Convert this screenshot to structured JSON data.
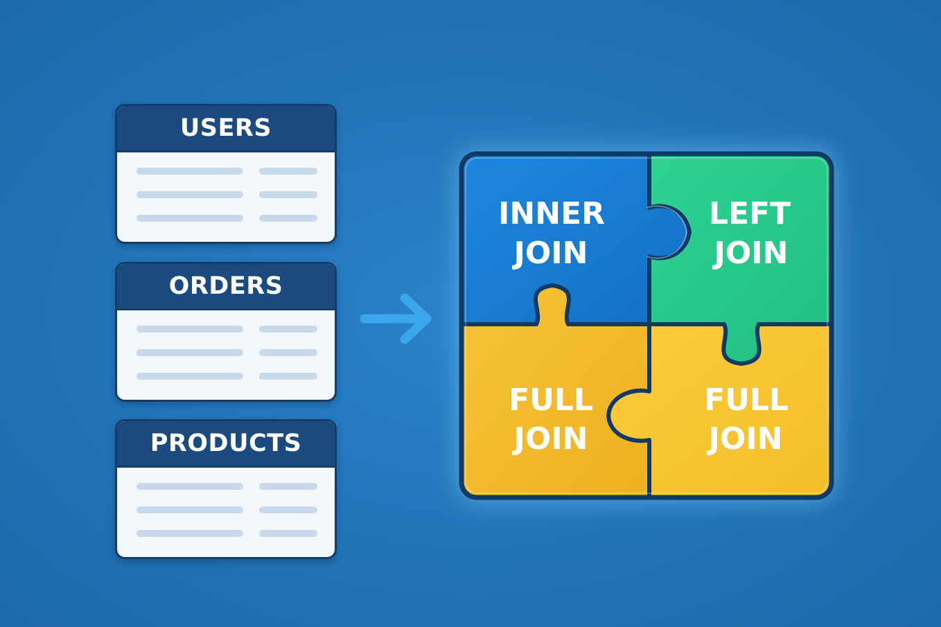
{
  "tables": [
    {
      "name": "USERS"
    },
    {
      "name": "ORDERS"
    },
    {
      "name": "PRODUCTS"
    }
  ],
  "arrow_icon": "arrow-right-icon",
  "puzzle": {
    "pieces": [
      {
        "line1": "INNER",
        "line2": "JOIN",
        "color": "#1a7fd6"
      },
      {
        "line1": "LEFT",
        "line2": "JOIN",
        "color": "#25c88a"
      },
      {
        "line1": "FULL",
        "line2": "JOIN",
        "color": "#f2b928"
      },
      {
        "line1": "FULL",
        "line2": "JOIN",
        "color": "#f7c430"
      }
    ],
    "outline_color": "#0f3a63"
  },
  "colors": {
    "background": "#2274b8",
    "table_header": "#1b4a7f",
    "arrow": "#3aa6ec"
  }
}
